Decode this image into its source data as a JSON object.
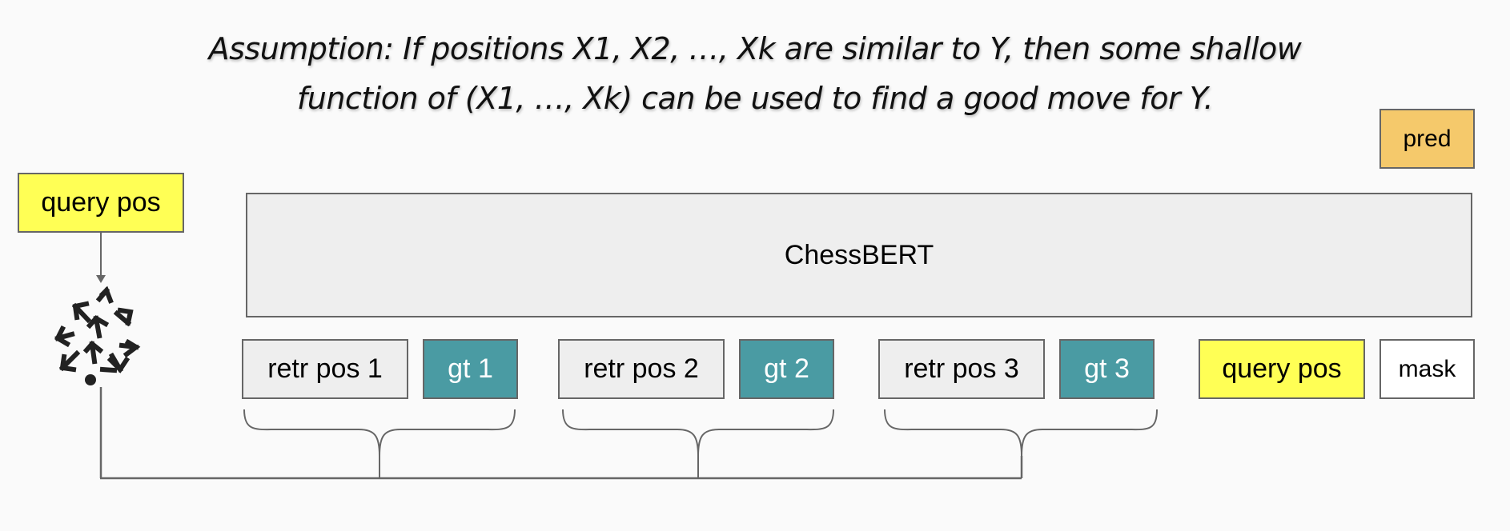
{
  "caption": {
    "line1": "Assumption: If positions X1, X2, …, Xk  are similar to Y, then some shallow",
    "line2": "function of (X1, …, Xk) can be used to find a good move for Y."
  },
  "model": {
    "label": "ChessBERT"
  },
  "output": {
    "label": "pred"
  },
  "input_left": {
    "label": "query pos"
  },
  "retrieval_icon": "retrieval-scatter-arrows-icon",
  "tokens": [
    {
      "label": "retr pos 1",
      "kind": "retrieved"
    },
    {
      "label": "gt 1",
      "kind": "ground-truth"
    },
    {
      "label": "retr pos 2",
      "kind": "retrieved"
    },
    {
      "label": "gt 2",
      "kind": "ground-truth"
    },
    {
      "label": "retr pos 3",
      "kind": "retrieved"
    },
    {
      "label": "gt 3",
      "kind": "ground-truth"
    },
    {
      "label": "query pos",
      "kind": "query"
    },
    {
      "label": "mask",
      "kind": "mask"
    }
  ],
  "colors": {
    "background": "#fafafa",
    "box_gray": "#eeeeee",
    "ground_truth_teal": "#4a9ba3",
    "query_yellow": "#ffff55",
    "pred_orange": "#f5c96b",
    "border": "#666666"
  }
}
